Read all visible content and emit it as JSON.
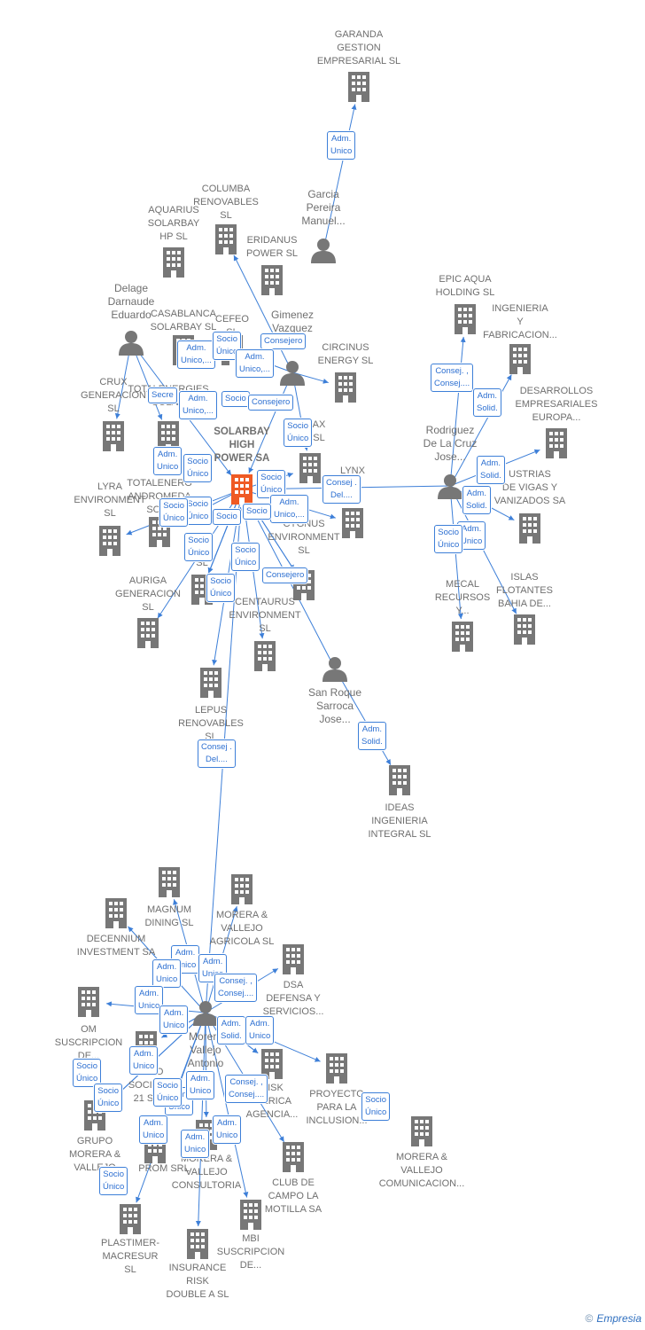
{
  "colors": {
    "node": "#777777",
    "main_node": "#ef5a24",
    "edge": "#3d7fd8",
    "role_text": "#2c6fd1"
  },
  "nodes": [
    {
      "id": "main",
      "label": "SOLARBAY HIGH POWER SA",
      "kind": "main",
      "icon": "building-icon"
    },
    {
      "id": "garanda",
      "label": "GARANDA GESTION EMPRESARIAL SL",
      "kind": "company",
      "icon": "building-icon"
    },
    {
      "id": "garcia",
      "label": "Garcia Pereira Manuel...",
      "kind": "person",
      "icon": "person-icon"
    },
    {
      "id": "columba",
      "label": "COLUMBA RENOVABLES SL",
      "kind": "company",
      "icon": "building-icon"
    },
    {
      "id": "aquarius",
      "label": "AQUARIUS SOLARBAY HP SL",
      "kind": "company",
      "icon": "building-icon"
    },
    {
      "id": "eridanus",
      "label": "ERIDANUS POWER SL",
      "kind": "company",
      "icon": "building-icon"
    },
    {
      "id": "delage",
      "label": "Delage Darnaude Eduardo",
      "kind": "person",
      "icon": "person-icon"
    },
    {
      "id": "casablanca",
      "label": "CASABLANCA SOLARBAY SL",
      "kind": "company",
      "icon": "building-icon"
    },
    {
      "id": "cefeo",
      "label": "CEFEO SL",
      "kind": "company",
      "icon": "building-icon"
    },
    {
      "id": "gimenez",
      "label": "Gimenez Vazquez",
      "kind": "person",
      "icon": "person-icon"
    },
    {
      "id": "circinus",
      "label": "CIRCINUS ENERGY SL",
      "kind": "company",
      "icon": "building-icon"
    },
    {
      "id": "crux",
      "label": "CRUX GENERACION SL",
      "kind": "company",
      "icon": "building-icon"
    },
    {
      "id": "totalenergies",
      "label": "TOTALENERGIES SOLAR",
      "kind": "company",
      "icon": "building-icon"
    },
    {
      "id": "ax",
      "label": "AX SL",
      "kind": "company",
      "icon": "building-icon"
    },
    {
      "id": "totalenergies2",
      "label": "TOTALENERG ANDROMEDA SOLA",
      "kind": "company",
      "icon": "building-icon"
    },
    {
      "id": "lyra",
      "label": "LYRA ENVIRONMENT SL",
      "kind": "company",
      "icon": "building-icon"
    },
    {
      "id": "lynx",
      "label": "LYNX ON",
      "kind": "company",
      "icon": "building-icon"
    },
    {
      "id": "re",
      "label": "RE SL",
      "kind": "company",
      "icon": "building-icon"
    },
    {
      "id": "cygnus",
      "label": "CYGNUS ENVIRONMENT SL",
      "kind": "company",
      "icon": "building-icon"
    },
    {
      "id": "auriga",
      "label": "AURIGA GENERACION SL",
      "kind": "company",
      "icon": "building-icon"
    },
    {
      "id": "centaurus",
      "label": "CENTAURUS ENVIRONMENT SL",
      "kind": "company",
      "icon": "building-icon"
    },
    {
      "id": "lepus",
      "label": "LEPUS RENOVABLES SL",
      "kind": "company",
      "icon": "building-icon"
    },
    {
      "id": "sanroque",
      "label": "San Roque Sarroca Jose...",
      "kind": "person",
      "icon": "person-icon"
    },
    {
      "id": "ideas",
      "label": "IDEAS INGENIERIA INTEGRAL SL",
      "kind": "company",
      "icon": "building-icon"
    },
    {
      "id": "epic",
      "label": "EPIC AQUA HOLDING SL",
      "kind": "company",
      "icon": "building-icon"
    },
    {
      "id": "ingenieria",
      "label": "INGENIERIA Y FABRICACION...",
      "kind": "company",
      "icon": "building-icon"
    },
    {
      "id": "desarrollos",
      "label": "DESARROLLOS EMPRESARIALES EUROPA...",
      "kind": "company",
      "icon": "building-icon"
    },
    {
      "id": "rodriguez",
      "label": "Rodriguez De La Cruz Jose...",
      "kind": "person",
      "icon": "person-icon"
    },
    {
      "id": "industrias",
      "label": "USTRIAS DE VIGAS Y VANIZADOS SA",
      "kind": "company",
      "icon": "building-icon"
    },
    {
      "id": "mecal",
      "label": "MECAL RECURSOS Y...",
      "kind": "company",
      "icon": "building-icon"
    },
    {
      "id": "islas",
      "label": "ISLAS FLOTANTES BAHIA DE...",
      "kind": "company",
      "icon": "building-icon"
    },
    {
      "id": "magnum",
      "label": "MAGNUM DINING SL",
      "kind": "company",
      "icon": "building-icon"
    },
    {
      "id": "decennium",
      "label": "DECENNIUM INVESTMENT SA",
      "kind": "company",
      "icon": "building-icon"
    },
    {
      "id": "moreraagricola",
      "label": "MORERA & VALLEJO AGRICOLA SL",
      "kind": "company",
      "icon": "building-icon"
    },
    {
      "id": "dsa",
      "label": "DSA DEFENSA Y SERVICIOS...",
      "kind": "company",
      "icon": "building-icon"
    },
    {
      "id": "om",
      "label": "OM SUSCRIPCION DE...",
      "kind": "company",
      "icon": "building-icon"
    },
    {
      "id": "morera",
      "label": "Morera Vallejo Antonio",
      "kind": "person",
      "icon": "person-icon"
    },
    {
      "id": "kuoto",
      "label": "KUOTO SOCIAL 21 SL",
      "kind": "company",
      "icon": "building-icon"
    },
    {
      "id": "risk",
      "label": "RISK IBERICA AGENCIA...",
      "kind": "company",
      "icon": "building-icon"
    },
    {
      "id": "proyecto",
      "label": "PROYECTO PARA LA INCLUSION...",
      "kind": "company",
      "icon": "building-icon"
    },
    {
      "id": "grupomorera",
      "label": "GRUPO MORERA & VALLEJO",
      "kind": "company",
      "icon": "building-icon"
    },
    {
      "id": "prom",
      "label": "PROM SRL",
      "kind": "company",
      "icon": "building-icon"
    },
    {
      "id": "moreraconsultoria",
      "label": "MORERA & VALLEJO CONSULTORIA",
      "kind": "company",
      "icon": "building-icon"
    },
    {
      "id": "clubcampo",
      "label": "CLUB DE CAMPO LA MOTILLA SA",
      "kind": "company",
      "icon": "building-icon"
    },
    {
      "id": "moreracomunicacion",
      "label": "MORERA & VALLEJO COMUNICACION...",
      "kind": "company",
      "icon": "building-icon"
    },
    {
      "id": "plastimer",
      "label": "PLASTIMER-MACRESUR SL",
      "kind": "company",
      "icon": "building-icon"
    },
    {
      "id": "insurance",
      "label": "INSURANCE RISK DOUBLE A SL",
      "kind": "company",
      "icon": "building-icon"
    },
    {
      "id": "mbi",
      "label": "MBI SUSCRIPCION DE...",
      "kind": "company",
      "icon": "building-icon"
    }
  ],
  "roles": [
    {
      "from": "garcia",
      "to": "garanda",
      "label": "Adm. Unico"
    },
    {
      "from": "delage",
      "to": "main",
      "label": "Adm. Unico,..."
    },
    {
      "from": "gimenez",
      "to": "columba",
      "label": "Socio Único"
    },
    {
      "from": "gimenez",
      "to": "main",
      "label": "Consejero"
    },
    {
      "from": "gimenez",
      "to": "cefeo",
      "label": "Adm. Unico,..."
    },
    {
      "from": "delage",
      "to": "totalenergies",
      "label": "Secre"
    },
    {
      "from": "delage",
      "to": "crux",
      "label": "Adm. Unico,..."
    },
    {
      "from": "gimenez",
      "to": "ax",
      "label": "Socio"
    },
    {
      "from": "gimenez",
      "to": "circinus",
      "label": "Consejero"
    },
    {
      "from": "main",
      "to": "ax",
      "label": "Socio Único"
    },
    {
      "from": "main",
      "to": "totalenergies2",
      "label": "Adm. Unico"
    },
    {
      "from": "main",
      "to": "lyra",
      "label": "Socio Único"
    },
    {
      "from": "main",
      "to": "lynx",
      "label": "Socio Único"
    },
    {
      "from": "rodriguez",
      "to": "main",
      "label": "Consej . Del...."
    },
    {
      "from": "main",
      "to": "re",
      "label": "Socio Único"
    },
    {
      "from": "main",
      "to": "auriga",
      "label": "Socio Único"
    },
    {
      "from": "main",
      "to": "cygnus",
      "label": "Adm. Unico,..."
    },
    {
      "from": "main",
      "to": "cygnus",
      "label": "Socio"
    },
    {
      "from": "main",
      "to": "re",
      "label": "Socio"
    },
    {
      "from": "main",
      "to": "re",
      "label": "Socio Único"
    },
    {
      "from": "main",
      "to": "centaurus",
      "label": "Socio Único"
    },
    {
      "from": "sanroque",
      "to": "main",
      "label": "Consejero"
    },
    {
      "from": "main",
      "to": "lepus",
      "label": "Socio Único"
    },
    {
      "from": "sanroque",
      "to": "ideas",
      "label": "Adm. Solid."
    },
    {
      "from": "morera",
      "to": "main",
      "label": "Consej . Del...."
    },
    {
      "from": "rodriguez",
      "to": "epic",
      "label": "Consej. , Consej...."
    },
    {
      "from": "rodriguez",
      "to": "ingenieria",
      "label": "Adm. Solid."
    },
    {
      "from": "rodriguez",
      "to": "desarrollos",
      "label": "Adm. Solid."
    },
    {
      "from": "rodriguez",
      "to": "industrias",
      "label": "Adm. Solid."
    },
    {
      "from": "rodriguez",
      "to": "islas",
      "label": "Adm. Unico"
    },
    {
      "from": "rodriguez",
      "to": "mecal",
      "label": "Socio Único"
    },
    {
      "from": "morera",
      "to": "magnum",
      "label": "Adm. Unico"
    },
    {
      "from": "morera",
      "to": "decennium",
      "label": "Adm. Unico"
    },
    {
      "from": "morera",
      "to": "moreraagricola",
      "label": "Adm. Unico"
    },
    {
      "from": "morera",
      "to": "dsa",
      "label": "Consej. , Consej...."
    },
    {
      "from": "morera",
      "to": "om",
      "label": "Adm. Unico"
    },
    {
      "from": "morera",
      "to": "kuoto",
      "label": "Adm. Unico"
    },
    {
      "from": "morera",
      "to": "risk",
      "label": "Adm. Solid."
    },
    {
      "from": "morera",
      "to": "risk",
      "label": "Adm. Unico"
    },
    {
      "from": "morera",
      "to": "grupomorera",
      "label": "Adm. Unico"
    },
    {
      "from": "morera",
      "to": "grupomorera",
      "label": "Socio Único"
    },
    {
      "from": "morera",
      "to": "kuoto",
      "label": "Socio Único"
    },
    {
      "from": "morera",
      "to": "prom",
      "label": "Adm. Unico"
    },
    {
      "from": "morera",
      "to": "prom",
      "label": "Socio Único"
    },
    {
      "from": "morera",
      "to": "moreraconsultoria",
      "label": "Adm. Unico"
    },
    {
      "from": "morera",
      "to": "clubcampo",
      "label": "Consej. , Consej...."
    },
    {
      "from": "morera",
      "to": "proyecto",
      "label": "Socio Único"
    },
    {
      "from": "morera",
      "to": "prom",
      "label": "Adm. Unico"
    },
    {
      "from": "morera",
      "to": "insurance",
      "label": "Adm. Unico"
    },
    {
      "from": "morera",
      "to": "plastimer",
      "label": "Socio Único"
    },
    {
      "from": "morera",
      "to": "mbi",
      "label": "Adm. Unico"
    }
  ],
  "footer": {
    "copyright": "©",
    "brand": "Empresia"
  }
}
